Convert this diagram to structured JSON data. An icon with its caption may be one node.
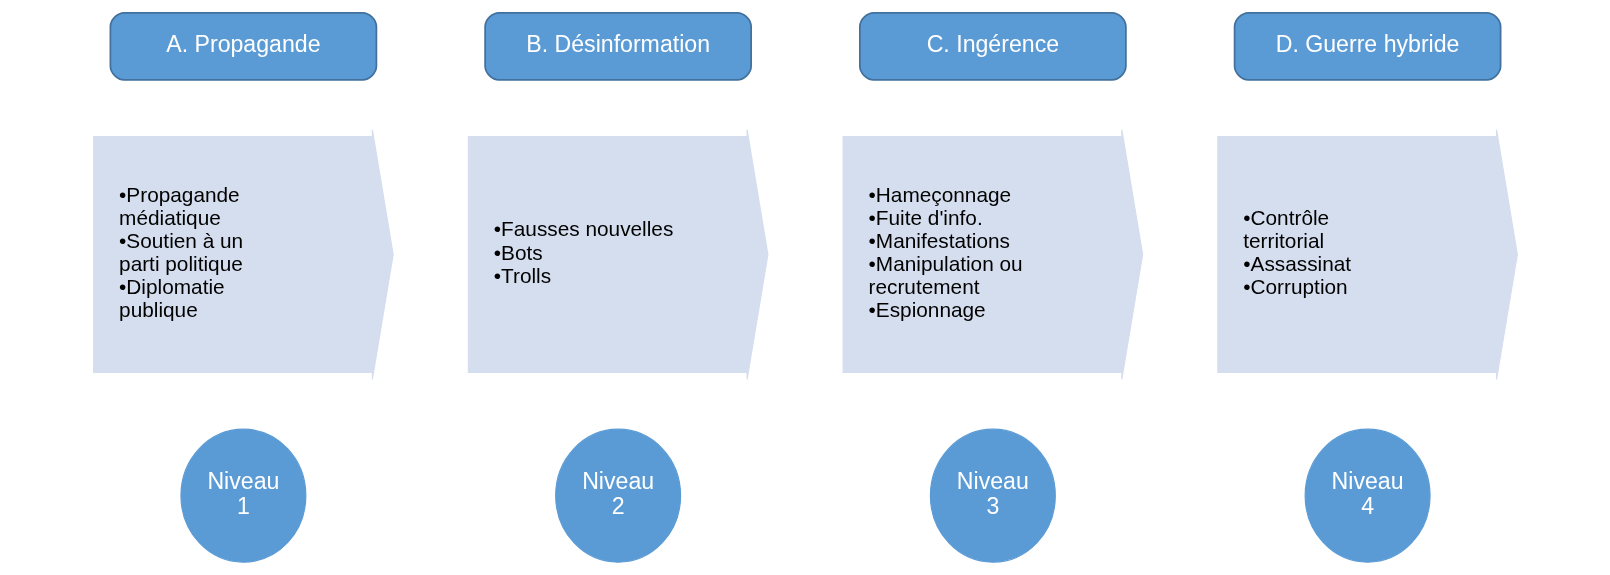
{
  "diagram": {
    "nodes": [
      {
        "text": [
          "A. Propagande"
        ]
      },
      {
        "text": [
          "B. Désinformation"
        ]
      },
      {
        "text": [
          "C. Ingérence"
        ]
      },
      {
        "text": [
          "D. Guerre hybride"
        ]
      },
      {
        "text": [
          "•Propagande médiatique",
          "•Soutien à un parti politique",
          "•Diplomatie publique"
        ]
      },
      {
        "text": [
          "•Fausses nouvelles",
          "•Bots",
          "•Trolls"
        ]
      },
      {
        "text": [
          "•Hameçonnage",
          "•Fuite d'info.",
          "•Manifestations",
          "•Manipulation ou recrutement",
          "•Espionnage"
        ]
      },
      {
        "text": [
          "•Contrôle territorial",
          "•Assassinat",
          "•Corruption"
        ]
      },
      {
        "text": [
          "Niveau 1"
        ]
      },
      {
        "text": [
          "Niveau 2"
        ]
      },
      {
        "text": [
          "Niveau 3"
        ]
      },
      {
        "text": [
          "Niveau 4"
        ]
      }
    ],
    "edges": []
  }
}
